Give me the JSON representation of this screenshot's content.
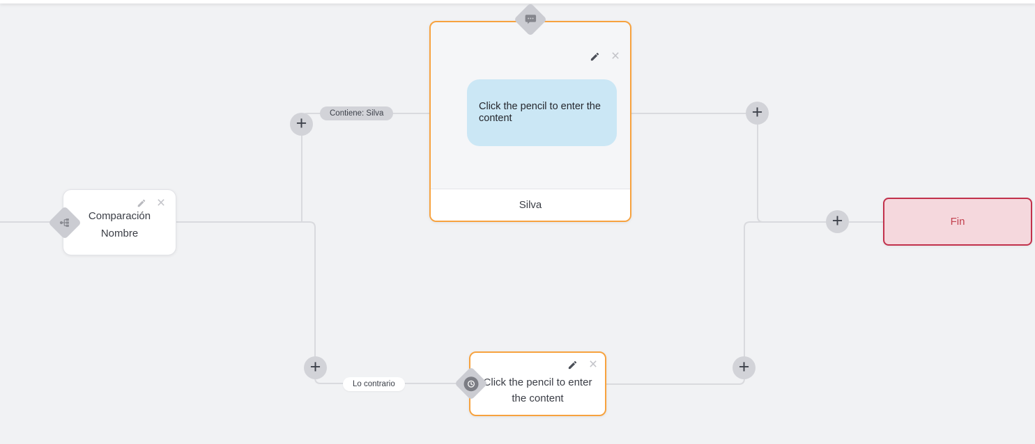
{
  "canvas": {
    "background_color": "#f1f2f4",
    "wire_color": "#d9dade",
    "accent_orange": "#f7a23e"
  },
  "nodes": {
    "comparison": {
      "line1": "Comparación",
      "line2": "Nombre",
      "type_icon": "branch-icon"
    },
    "message": {
      "bubble_text": "Click the pencil to enter the content",
      "footer": "Silva",
      "type_icon": "chat-icon",
      "border_color": "#f7a23e",
      "bubble_color": "#cbe7f5"
    },
    "delay": {
      "text": "Click the pencil to enter the content",
      "type_icon": "clock-icon",
      "border_color": "#f7a23e"
    },
    "end": {
      "label": "Fin",
      "background": "#f5d8dd",
      "border_color": "#c2314b"
    }
  },
  "edge_labels": {
    "condition": "Contiene: Silva",
    "otherwise": "Lo contrario"
  },
  "controls": {
    "plus": "+",
    "close": "×"
  }
}
